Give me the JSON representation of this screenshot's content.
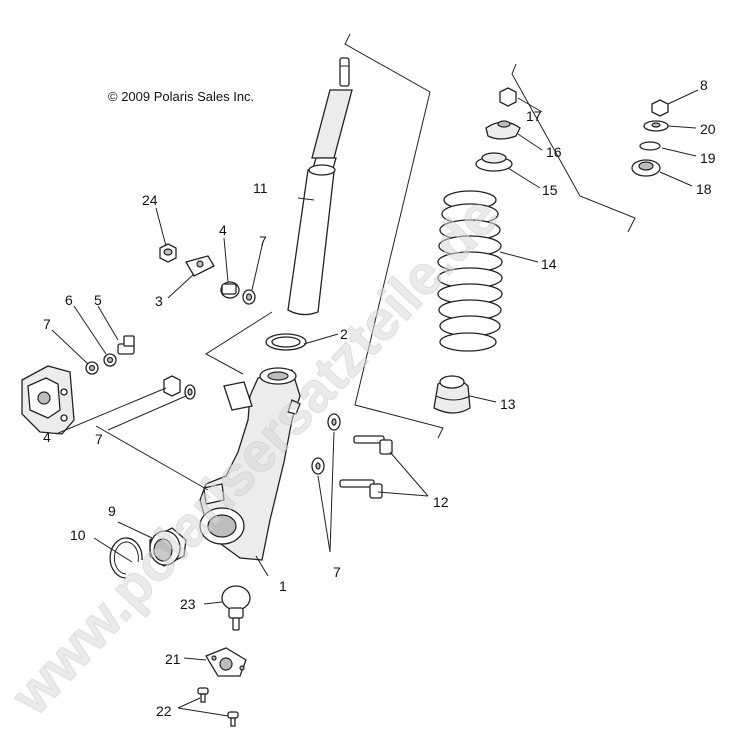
{
  "copyright": "© 2009 Polaris Sales Inc.",
  "watermark": "www.polarisersatzteile.de",
  "callouts": [
    {
      "id": "c1",
      "label": "1"
    },
    {
      "id": "c2",
      "label": "2"
    },
    {
      "id": "c3",
      "label": "3"
    },
    {
      "id": "c4a",
      "label": "4"
    },
    {
      "id": "c4b",
      "label": "4"
    },
    {
      "id": "c5",
      "label": "5"
    },
    {
      "id": "c6",
      "label": "6"
    },
    {
      "id": "c7a",
      "label": "7"
    },
    {
      "id": "c7b",
      "label": "7"
    },
    {
      "id": "c7c",
      "label": "7"
    },
    {
      "id": "c7d",
      "label": "7"
    },
    {
      "id": "c8",
      "label": "8"
    },
    {
      "id": "c9",
      "label": "9"
    },
    {
      "id": "c10",
      "label": "10"
    },
    {
      "id": "c11",
      "label": "11"
    },
    {
      "id": "c12",
      "label": "12"
    },
    {
      "id": "c13",
      "label": "13"
    },
    {
      "id": "c14",
      "label": "14"
    },
    {
      "id": "c15",
      "label": "15"
    },
    {
      "id": "c16",
      "label": "16"
    },
    {
      "id": "c17",
      "label": "17"
    },
    {
      "id": "c18",
      "label": "18"
    },
    {
      "id": "c19",
      "label": "19"
    },
    {
      "id": "c20",
      "label": "20"
    },
    {
      "id": "c21",
      "label": "21"
    },
    {
      "id": "c22",
      "label": "22"
    },
    {
      "id": "c23",
      "label": "23"
    },
    {
      "id": "c24",
      "label": "24"
    }
  ]
}
